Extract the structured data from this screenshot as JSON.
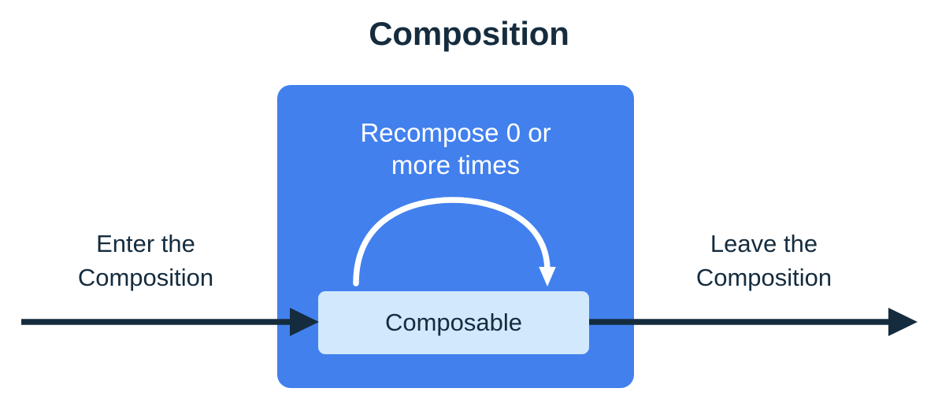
{
  "diagram": {
    "title": "Composition",
    "colors": {
      "background": "#ffffff",
      "composition_box": "#4280ee",
      "composable_box": "#d2e9fd",
      "text_dark": "#152c3e",
      "text_light": "#ffffff",
      "arrow_dark": "#152c3e",
      "arrow_light": "#ffffff"
    },
    "composition_box": {
      "recompose_caption_line1": "Recompose 0 or",
      "recompose_caption_line2": "more times",
      "composable_label": "Composable"
    },
    "enter_label": {
      "line1": "Enter the",
      "line2": "Composition"
    },
    "leave_label": {
      "line1": "Leave the",
      "line2": "Composition"
    }
  }
}
